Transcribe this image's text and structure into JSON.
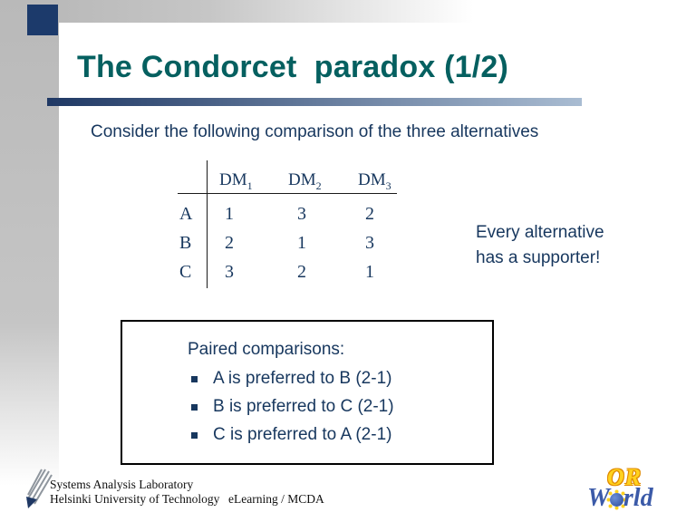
{
  "title": "The Condorcet  paradox (1/2)",
  "intro": "Consider the following comparison of the three alternatives",
  "table": {
    "headers": [
      {
        "label": "DM",
        "sub": "1"
      },
      {
        "label": "DM",
        "sub": "2"
      },
      {
        "label": "DM",
        "sub": "3"
      }
    ],
    "rows": [
      {
        "label": "A",
        "values": [
          "1",
          "3",
          "2"
        ]
      },
      {
        "label": "B",
        "values": [
          "2",
          "1",
          "3"
        ]
      },
      {
        "label": "C",
        "values": [
          "3",
          "2",
          "1"
        ]
      }
    ]
  },
  "callout": {
    "line1": "Every alternative",
    "line2": "has a supporter!"
  },
  "comparisons": {
    "heading": "Paired comparisons:",
    "items": [
      "A is preferred to B (2-1)",
      "B is preferred to C (2-1)",
      "C is preferred to A (2-1)"
    ]
  },
  "footer": {
    "org_line1": "Systems Analysis Laboratory",
    "org_line2": "Helsinki University of Technology",
    "course": "eLearning / MCDA"
  },
  "logo": {
    "or": "OR",
    "world_w": "W",
    "world_rest": "rld"
  },
  "colors": {
    "teal": "#056060",
    "navy": "#17375e",
    "bar-start": "#1f3864",
    "bar-end": "#a9bcd2",
    "accent-square": "#1c3a6b",
    "line-black": "#1a1a1a",
    "or-yellow": "#ffd21e",
    "or-outline": "#e08a00",
    "world-blue": "#3b5aa8"
  }
}
